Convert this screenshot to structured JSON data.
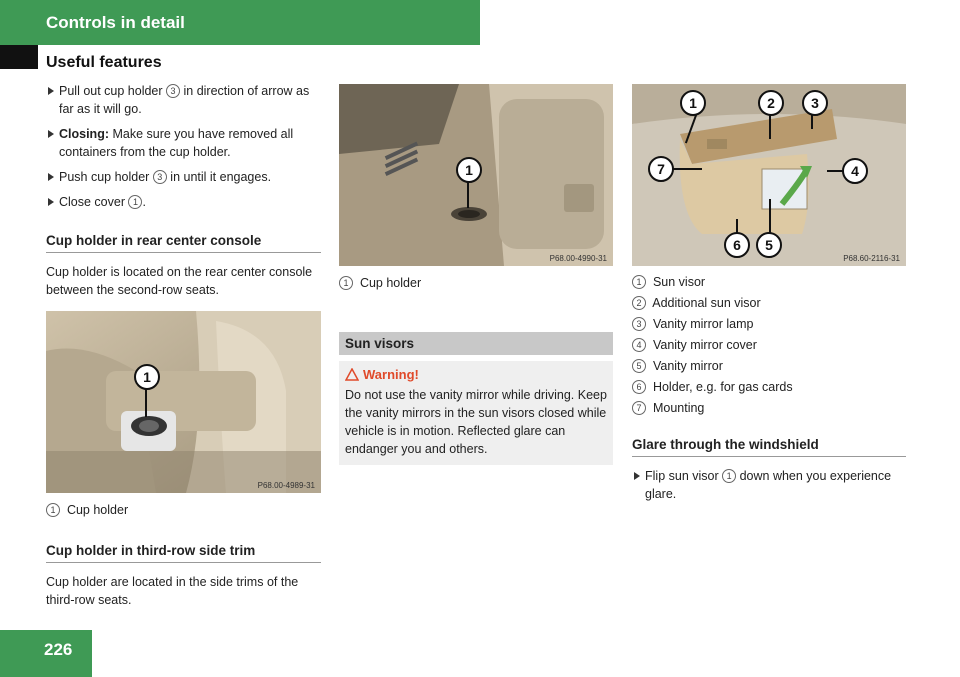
{
  "header": {
    "title": "Controls in detail",
    "section": "Useful features"
  },
  "col1": {
    "steps": [
      {
        "before": "Pull out cup holder ",
        "num": "3",
        "after": " in direction of arrow as far as it will go."
      },
      {
        "bold": "Closing:",
        "text": " Make sure you have removed all containers from the cup holder."
      },
      {
        "before": "Push cup holder ",
        "num": "3",
        "after": " in until it engages."
      },
      {
        "before": "Close cover ",
        "num": "1",
        "after": "."
      }
    ],
    "rear_console": {
      "heading": "Cup holder in rear center console",
      "text": "Cup holder is located on the rear center console between the second-row seats.",
      "image_code": "P68.00-4989-31",
      "callout": "1",
      "caption_num": "1",
      "caption_text": "Cup holder"
    },
    "third_row": {
      "heading": "Cup holder in third-row side trim",
      "text": "Cup holder are located in the side trims of the third-row seats."
    }
  },
  "col2": {
    "image_code": "P68.00-4990-31",
    "callout": "1",
    "caption_num": "1",
    "caption_text": "Cup holder",
    "sun_visors_heading": "Sun visors",
    "warning_title": "Warning!",
    "warning_text": "Do not use the vanity mirror while driving. Keep the vanity mirrors in the sun visors closed while vehicle is in motion. Reflected glare can endanger you and others."
  },
  "col3": {
    "image_code": "P68.60-2116-31",
    "callouts": [
      "1",
      "2",
      "3",
      "4",
      "5",
      "6",
      "7"
    ],
    "legend": [
      {
        "num": "1",
        "text": "Sun visor"
      },
      {
        "num": "2",
        "text": "Additional sun visor"
      },
      {
        "num": "3",
        "text": "Vanity mirror lamp"
      },
      {
        "num": "4",
        "text": "Vanity mirror cover"
      },
      {
        "num": "5",
        "text": "Vanity mirror"
      },
      {
        "num": "6",
        "text": "Holder, e.g. for gas cards"
      },
      {
        "num": "7",
        "text": "Mounting"
      }
    ],
    "glare_heading": "Glare through the windshield",
    "glare_step_before": "Flip sun visor ",
    "glare_step_num": "1",
    "glare_step_after": " down when you experience glare."
  },
  "footer": {
    "page_number": "226"
  },
  "colors": {
    "brand_green": "#3f9a55",
    "warning_red": "#e04a2a",
    "heading_bar": "#c8c8c8"
  }
}
